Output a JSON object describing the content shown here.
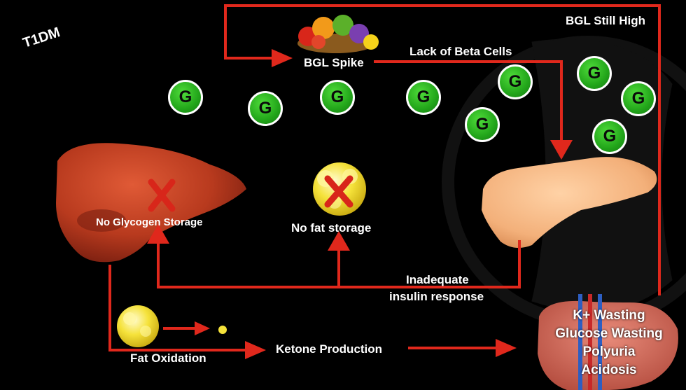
{
  "title_tag": "T1DM",
  "glucose_symbol": "G",
  "labels": {
    "bgl_still_high": "BGL Still High",
    "bgl_spike": "BGL Spike",
    "lack_beta_cells": "Lack of Beta Cells",
    "no_glycogen": "No Glycogen Storage",
    "no_fat": "No fat storage",
    "inadequate_line1": "Inadequate",
    "inadequate_line2": "insulin response",
    "fat_oxidation": "Fat Oxidation",
    "ketone_production": "Ketone Production"
  },
  "kidney_effects": [
    "K+ Wasting",
    "Glucose Wasting",
    "Polyuria",
    "Acidosis"
  ],
  "colors": {
    "arrow": "#e0281c",
    "glucose": "#2fb821",
    "liver": "#b83a1e",
    "pancreas": "#f3b07a",
    "fat": "#f2e02a",
    "cross": "#d8261a"
  }
}
